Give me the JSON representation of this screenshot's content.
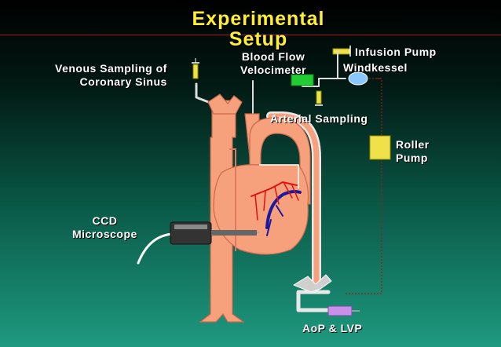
{
  "title": {
    "line1": "Experimental",
    "line2": "Setup"
  },
  "labels": {
    "venous_sampling": [
      "Venous Sampling of",
      "Coronary Sinus"
    ],
    "blood_flow": [
      "Blood Flow",
      "Velocimeter"
    ],
    "infusion_pump": "Infusion Pump",
    "windkessel": "Windkessel",
    "arterial_sampling": "Arterial Sampling",
    "roller_pump": [
      "Roller",
      "Pump"
    ],
    "ccd_microscope": [
      "CCD",
      "Microscope"
    ],
    "aop_lvp": "AoP & LVP"
  },
  "colors": {
    "tissue": "#f7a07c",
    "tissue_edge": "#c9694a",
    "tube": "#cfcfcf",
    "velocimeter": "#22cc33",
    "roller_pump": "#f0e04a",
    "aop_sensor": "#c890e8",
    "windkessel": "#88c8ff",
    "artery": "#e01010",
    "vein": "#1a1aa0",
    "title": "#ffee33"
  }
}
